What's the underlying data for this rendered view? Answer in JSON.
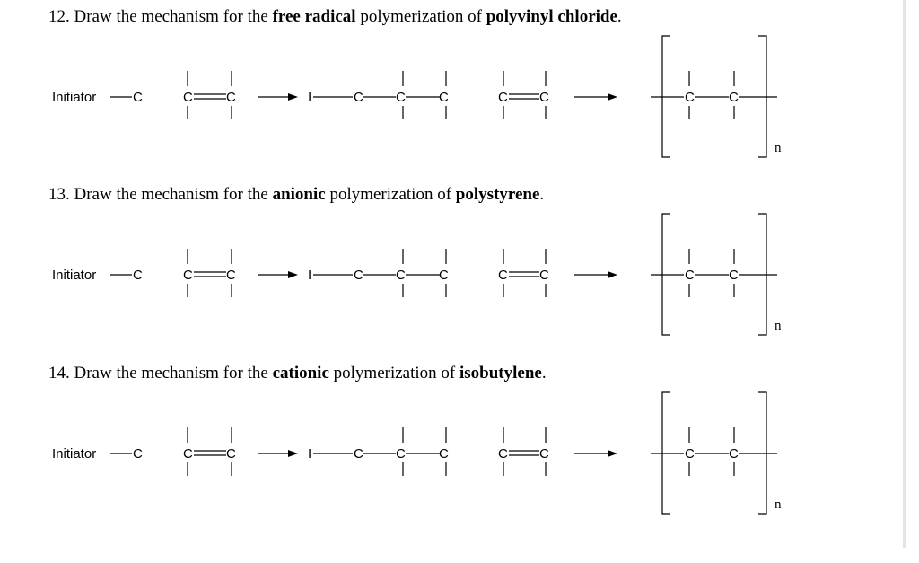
{
  "problems": [
    {
      "number": "12.",
      "lead": "Draw the mechanism for the",
      "mechanism": "free radical",
      "middle": "polymerization of",
      "polymer": "polyvinyl chloride",
      "end": "."
    },
    {
      "number": "13.",
      "lead": "Draw the mechanism for the",
      "mechanism": "anionic",
      "middle": "polymerization of",
      "polymer": "polystyrene",
      "end": "."
    },
    {
      "number": "14.",
      "lead": "Draw the mechanism for the",
      "mechanism": "cationic",
      "middle": "polymerization of",
      "polymer": "isobutylene",
      "end": "."
    }
  ],
  "scheme_labels": {
    "initiator": "Initiator",
    "carbon": "C",
    "initiator_abbrev": "I",
    "repeat_subscript": "n"
  }
}
